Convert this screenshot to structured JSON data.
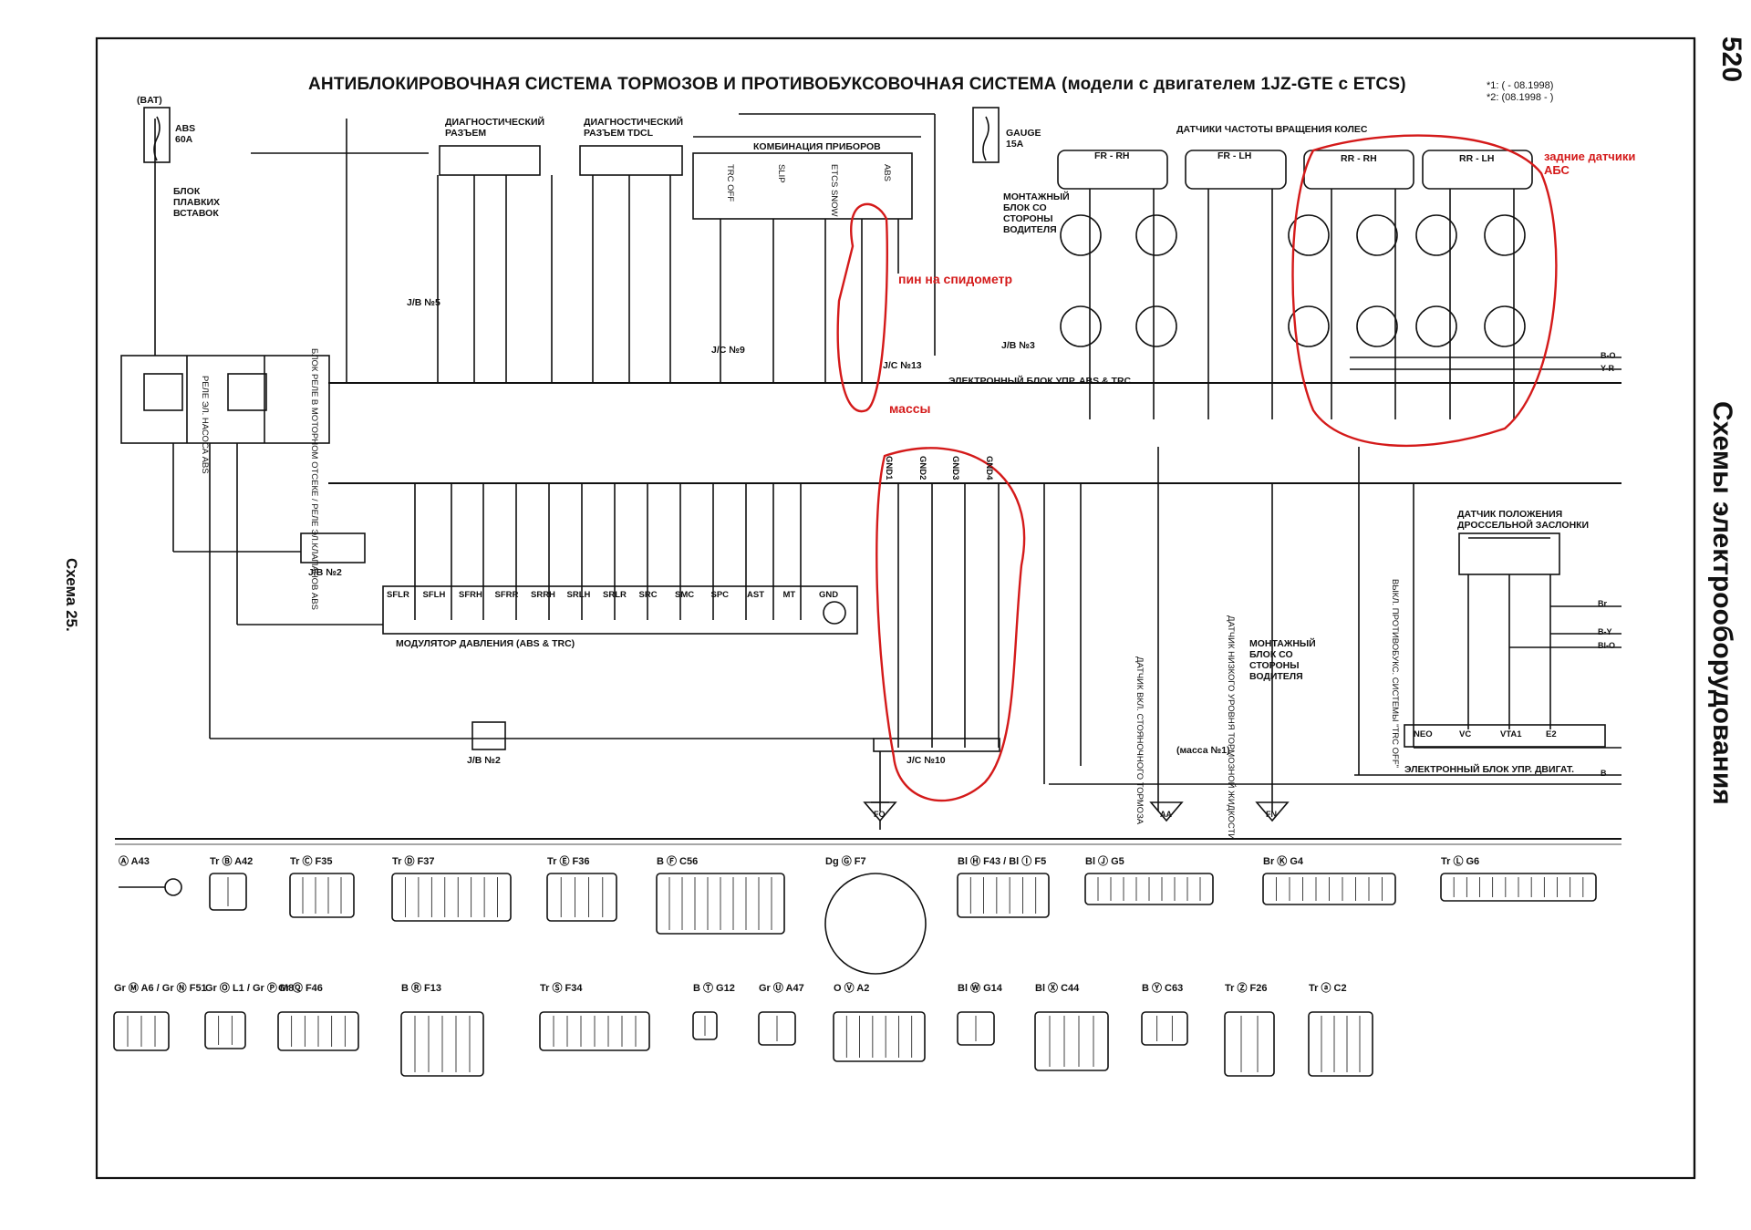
{
  "page_number": "520",
  "section_title": "Схемы электрооборудования",
  "scheme_number": "Схема 25.",
  "title": "АНТИБЛОКИРОВОЧНАЯ СИСТЕМА ТОРМОЗОВ И ПРОТИВОБУКСОВОЧНАЯ СИСТЕМА (модели с двигателем 1JZ-GTE с ETCS)",
  "variants": [
    "*1: ( - 08.1998)",
    "*2: (08.1998 - )"
  ],
  "labels": {
    "bat": "(BAT)",
    "abs_fuse": "ABS 60A",
    "fuse_block": "БЛОК ПЛАВКИХ ВСТАВОК",
    "diag_connector": "ДИАГНОСТИЧЕСКИЙ РАЗЪЕМ",
    "diag_tdcl": "ДИАГНОСТИЧЕСКИЙ РАЗЪЕМ TDCL",
    "instrument_cluster": "КОМБИНАЦИЯ ПРИБОРОВ",
    "gauge": "GAUGE 15A",
    "mount_block_driver": "МОНТАЖНЫЙ БЛОК СО СТОРОНЫ ВОДИТЕЛЯ",
    "wheel_sensors": "ДАТЧИКИ ЧАСТОТЫ ВРАЩЕНИЯ КОЛЕС",
    "fr_rh": "FR - RH",
    "fr_lh": "FR - LH",
    "rr_rh": "RR - RH",
    "rr_lh": "RR - LH",
    "ecu_abs_trc": "ЭЛЕКТРОННЫЙ БЛОК УПР. ABS & TRC",
    "abs_relay": "РЕЛЕ ЭЛ. НАСОСА ABS",
    "relay_block": "БЛОК РЕЛЕ В МОТОРНОМ ОТСЕКЕ / РЕЛЕ ЭЛ.КЛАПАНОВ ABS",
    "modulator": "МОДУЛЯТОР ДАВЛЕНИЯ (ABS & TRC)",
    "throttle_sensor": "ДАТЧИК ПОЛОЖЕНИЯ ДРОССЕЛЬНОЙ ЗАСЛОНКИ",
    "engine_ecu": "ЭЛЕКТРОННЫЙ БЛОК УПР. ДВИГАТ.",
    "jc10": "J/C №10",
    "jc13": "J/C №13",
    "jc9": "J/C №9",
    "jb2": "J/B №2",
    "jb3": "J/B №3",
    "jb5": "J/B №5",
    "ground_jc": "(масса №1)",
    "brake_fluid": "ДАТЧИК НИЗКОГО УРОВНЯ ТОРМОЗНОЙ ЖИДКОСТИ",
    "stop_switch": "ДАТЧИК ВКЛ. СТОЯНОЧНОГО ТОРМОЗА",
    "trc_off": "ВЫКЛ. ПРОТИВОБУКС. СИСТЕМЫ \"TRC OFF\"",
    "lamps": [
      "TRC OFF",
      "SLIP",
      "ETCS SNOW",
      "ABS"
    ],
    "modulator_pins": [
      "SFLR",
      "SFLH",
      "SFRH",
      "SFRR",
      "SRRH",
      "SRLH",
      "SRLR",
      "SRC",
      "SMC",
      "SPC",
      "AST",
      "MT",
      "GND"
    ],
    "gnd_pins": [
      "GND1",
      "GND2",
      "GND3",
      "GND4"
    ],
    "engine_pins": [
      "NEO",
      "VC",
      "VTA1",
      "E2"
    ],
    "grounds": [
      "FO",
      "AA",
      "FN"
    ],
    "bus_wires": [
      "B-O",
      "Y-R"
    ],
    "engine_wires": [
      "Br",
      "B-Y",
      "Bl-O",
      "B"
    ]
  },
  "annotations": {
    "speedo_pin": "пин на спидометр",
    "grounds": "массы",
    "rear_sensors": "задние датчики АБС"
  },
  "connectors": [
    {
      "id": "A43",
      "label": "Ⓐ A43"
    },
    {
      "id": "A42",
      "label": "Tr Ⓑ A42"
    },
    {
      "id": "F35",
      "label": "Tr Ⓒ F35"
    },
    {
      "id": "F37",
      "label": "Tr Ⓓ F37"
    },
    {
      "id": "F36",
      "label": "Tr Ⓔ F36"
    },
    {
      "id": "C56",
      "label": "B Ⓕ C56"
    },
    {
      "id": "F7",
      "label": "Dg Ⓖ F7"
    },
    {
      "id": "F43",
      "label": "Bl Ⓗ F43 / Bl Ⓘ F5"
    },
    {
      "id": "G5",
      "label": "Bl Ⓙ G5"
    },
    {
      "id": "G4",
      "label": "Br Ⓚ G4"
    },
    {
      "id": "G6",
      "label": "Tr Ⓛ G6"
    },
    {
      "id": "A6",
      "label": "Gr Ⓜ A6 / Gr Ⓝ F51"
    },
    {
      "id": "L1",
      "label": "Gr Ⓞ L1 / Gr Ⓟ M8"
    },
    {
      "id": "F46",
      "label": "Gr Ⓠ F46"
    },
    {
      "id": "F13",
      "label": "B Ⓡ F13"
    },
    {
      "id": "F34",
      "label": "Tr Ⓢ F34"
    },
    {
      "id": "G12",
      "label": "B Ⓣ G12"
    },
    {
      "id": "A47",
      "label": "Gr Ⓤ A47"
    },
    {
      "id": "A2",
      "label": "O Ⓥ A2"
    },
    {
      "id": "G14",
      "label": "Bl Ⓦ G14"
    },
    {
      "id": "C44",
      "label": "Bl Ⓧ C44"
    },
    {
      "id": "C63",
      "label": "B Ⓨ C63"
    },
    {
      "id": "F26",
      "label": "Tr Ⓩ F26"
    },
    {
      "id": "C2",
      "label": "Tr ⓐ C2"
    }
  ],
  "colors": {
    "ink": "#111111",
    "annotation": "#d41a1a",
    "paper": "#ffffff"
  }
}
